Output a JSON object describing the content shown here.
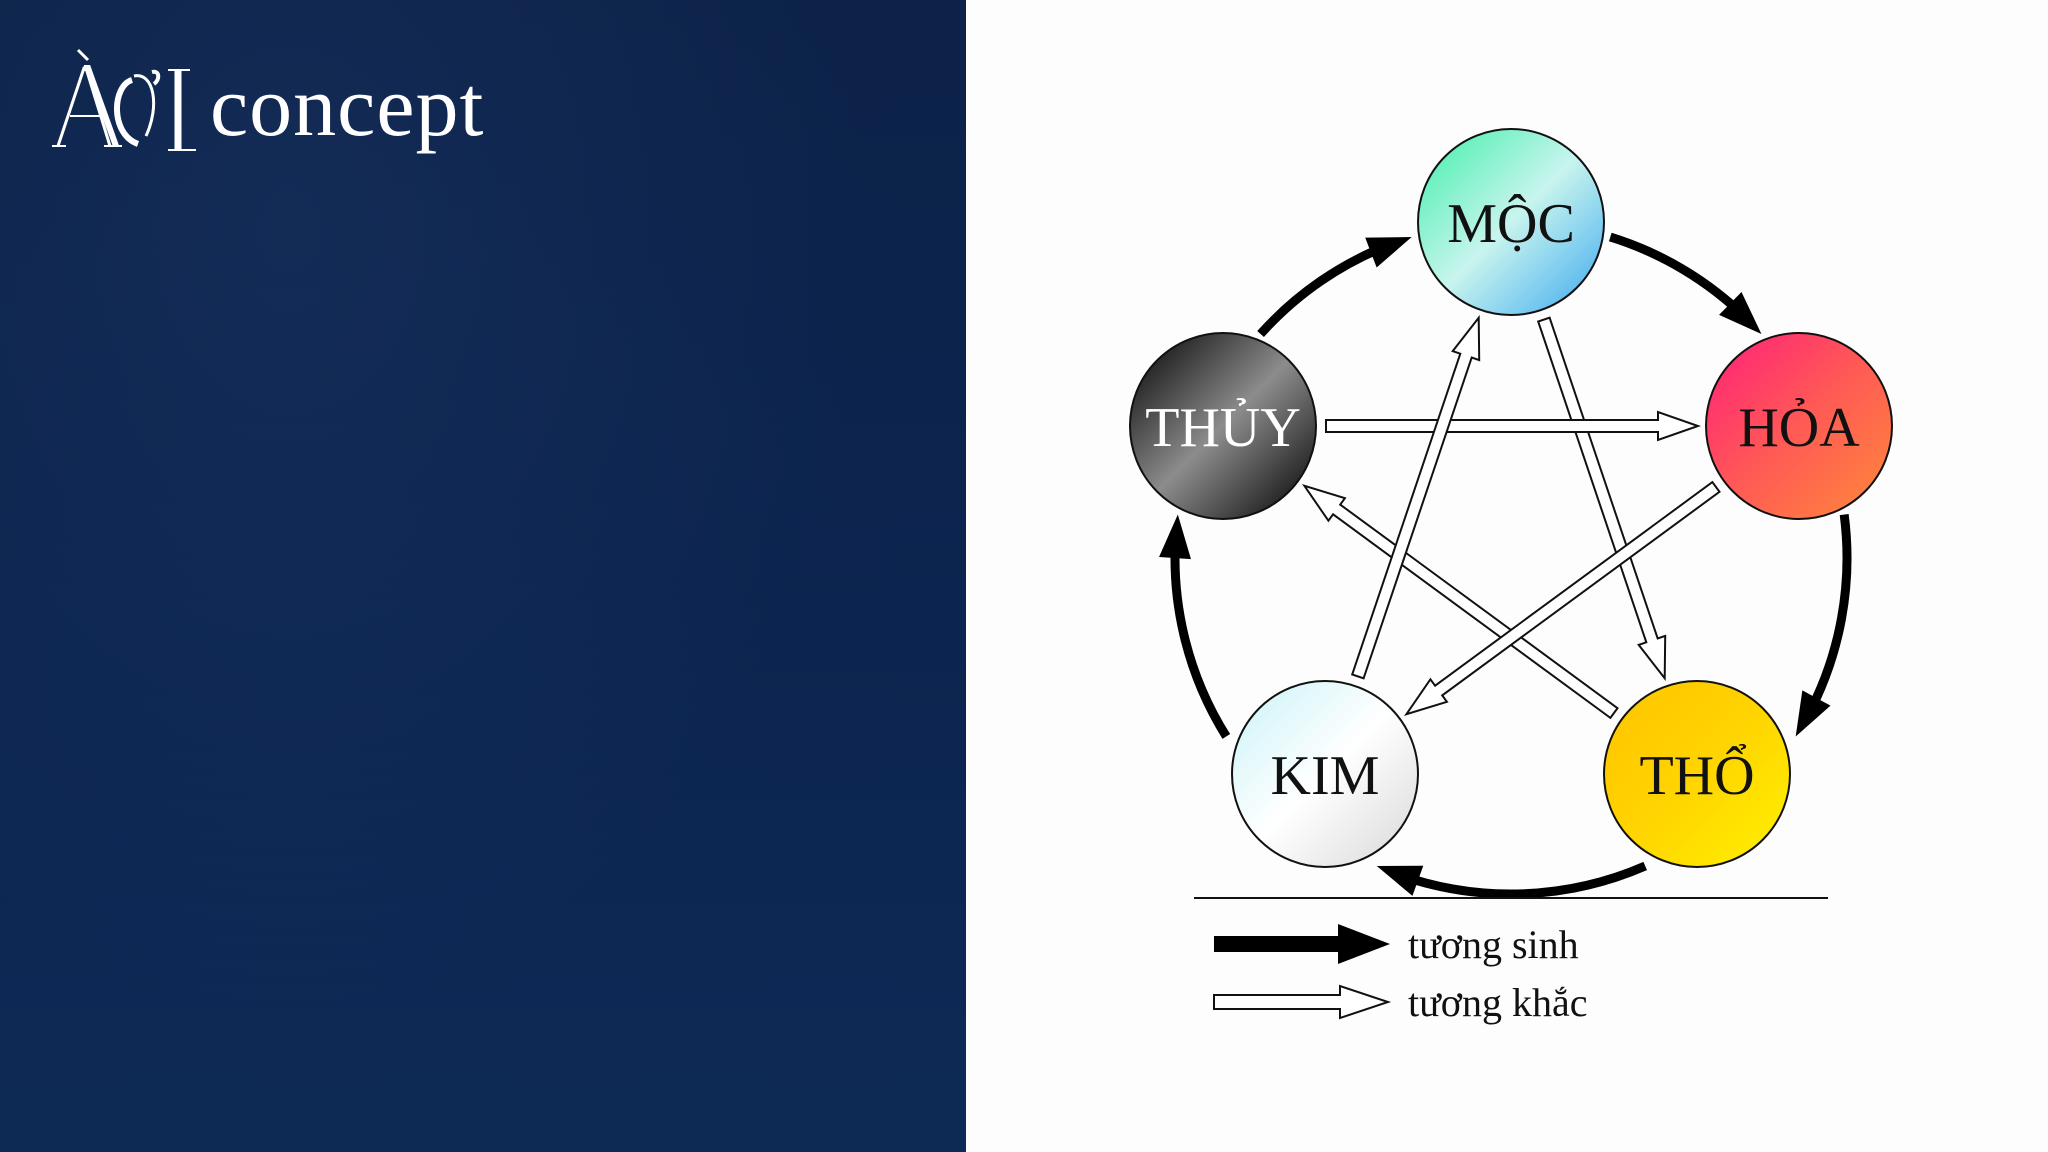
{
  "brand": {
    "logo_text": "concept",
    "logo_mark": "ÀƠI monogram"
  },
  "diagram": {
    "nodes": [
      {
        "key": "moc",
        "label": "MỘC",
        "text_color": "#111111",
        "grad": [
          "#3ef0a8",
          "#c8f4ee",
          "#3aa8f0"
        ]
      },
      {
        "key": "hoa",
        "label": "HỎA",
        "text_color": "#111111",
        "grad": [
          "#ff1f7a",
          "#ff5a55",
          "#ff8a3a"
        ]
      },
      {
        "key": "tho",
        "label": "THỔ",
        "text_color": "#111111",
        "grad": [
          "#ffc400",
          "#ffd400",
          "#fff200"
        ]
      },
      {
        "key": "kim",
        "label": "KIM",
        "text_color": "#111111",
        "grad": [
          "#c9f3f8",
          "#ffffff",
          "#d8d8d8"
        ]
      },
      {
        "key": "thuy",
        "label": "THỦY",
        "text_color": "#ffffff",
        "grad": [
          "#000000",
          "#8c8c8c",
          "#000000"
        ]
      }
    ],
    "legend": {
      "generating": "tương sinh",
      "overcoming": "tương khắc"
    },
    "colors": {
      "generating_arrow": "#000000",
      "overcoming_arrow": "#ffffff",
      "outline": "#111111"
    }
  }
}
